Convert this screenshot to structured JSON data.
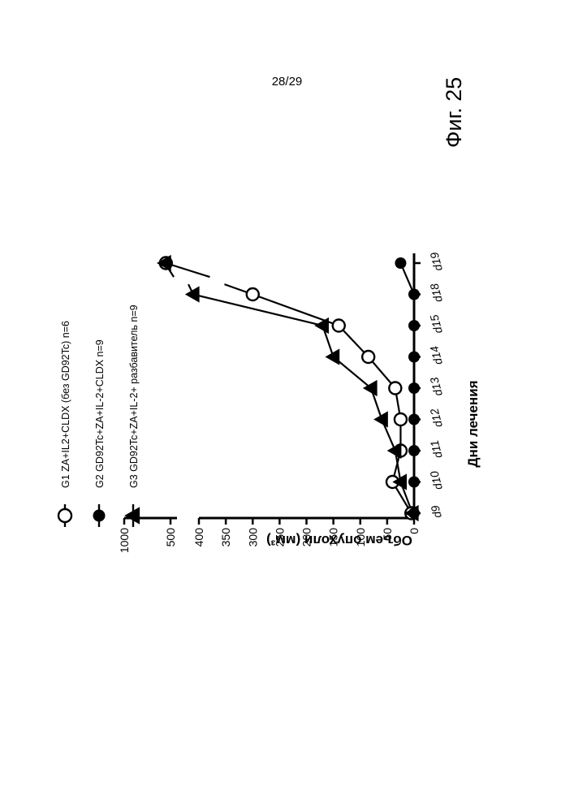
{
  "page": {
    "number": "28/29",
    "figure_label": "Фиг. 25"
  },
  "chart_data": {
    "type": "line",
    "title": "",
    "xlabel": "Дни лечения",
    "ylabel": "Объем опухоли (мм³)",
    "categories": [
      "d9",
      "d10",
      "d11",
      "d12",
      "d13",
      "d14",
      "d15",
      "d18",
      "d19"
    ],
    "ylim": [
      0,
      1000
    ],
    "y_axis_break": [
      400,
      500
    ],
    "y_ticks": [
      "0",
      "50",
      "100",
      "150",
      "200",
      "250",
      "300",
      "350",
      "400",
      "500",
      "1000"
    ],
    "legend_position": "top",
    "rotated": "90deg-counterclockwise",
    "series": [
      {
        "name": "G1 ZA+IL2+CLDX (без GD92Tc) n=6",
        "marker": "open-circle",
        "values": [
          5,
          40,
          25,
          25,
          35,
          85,
          140,
          300,
          550
        ]
      },
      {
        "name": "G2 GD92Tc+ZA+IL-2+CLDX n=9",
        "marker": "filled-circle",
        "values": [
          0,
          0,
          0,
          0,
          0,
          0,
          0,
          0,
          25
        ]
      },
      {
        "name": "G3 GD92Tc+ZA+IL-2+ разбавитель n=9",
        "marker": "filled-triangle",
        "values": [
          3,
          25,
          35,
          60,
          80,
          150,
          170,
          420,
          560
        ]
      }
    ]
  }
}
